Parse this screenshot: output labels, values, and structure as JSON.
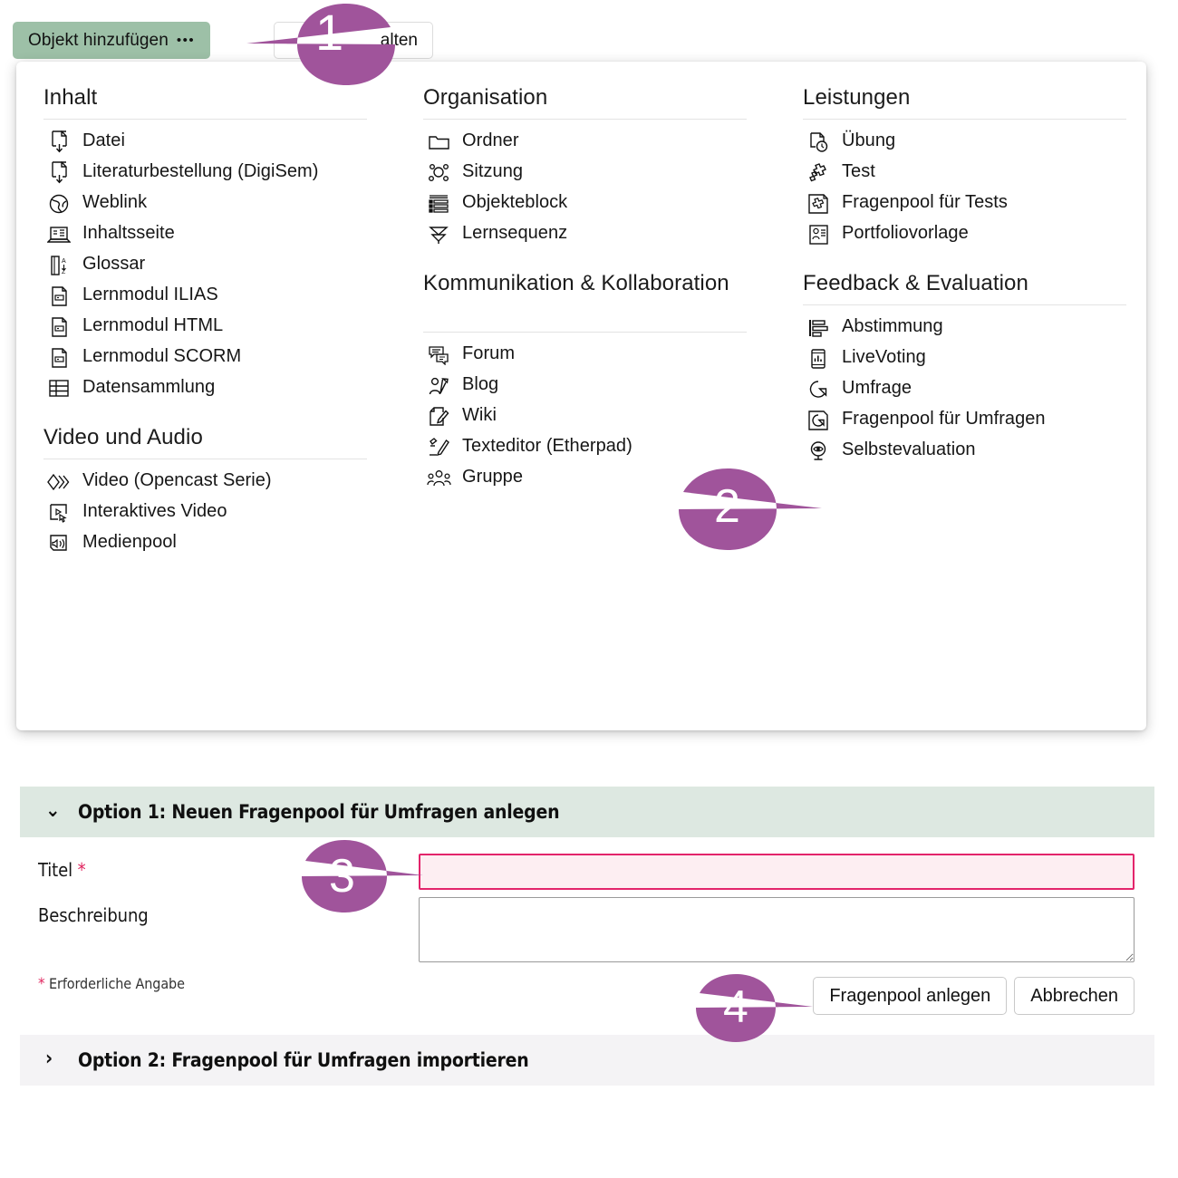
{
  "toolbar": {
    "add_object_button": "Objekt hinzufügen",
    "add_object_dots": "•••",
    "secondary_button": "alten"
  },
  "colors": {
    "accent_green": "#9dc0a7",
    "marker_purple": "#a0549b",
    "required_pink": "#e3246b",
    "required_field_bg": "#fdeef2",
    "option1_header_bg": "#dde8e1",
    "option2_header_bg": "#f4f3f5"
  },
  "panel": {
    "columns": [
      {
        "groups": [
          {
            "title": "Inhalt",
            "items": [
              {
                "label": "Datei",
                "icon": "file-download-icon"
              },
              {
                "label": "Literaturbestellung (DigiSem)",
                "icon": "file-download-icon",
                "wrap": true
              },
              {
                "label": "Weblink",
                "icon": "globe-link-icon"
              },
              {
                "label": "Inhaltsseite",
                "icon": "content-page-icon"
              },
              {
                "label": "Glossar",
                "icon": "glossary-az-icon"
              },
              {
                "label": "Lernmodul ILIAS",
                "icon": "learning-module-icon"
              },
              {
                "label": "Lernmodul HTML",
                "icon": "learning-module-icon"
              },
              {
                "label": "Lernmodul SCORM",
                "icon": "learning-module-icon"
              },
              {
                "label": "Datensammlung",
                "icon": "table-grid-icon"
              }
            ]
          },
          {
            "title": "Video und Audio",
            "items": [
              {
                "label": "Video (Opencast Serie)",
                "icon": "video-series-icon"
              },
              {
                "label": "Interaktives Video",
                "icon": "interactive-video-icon"
              },
              {
                "label": "Medienpool",
                "icon": "media-speaker-icon"
              }
            ]
          }
        ]
      },
      {
        "groups": [
          {
            "title": "Organisation",
            "items": [
              {
                "label": "Ordner",
                "icon": "folder-icon"
              },
              {
                "label": "Sitzung",
                "icon": "session-nodes-icon"
              },
              {
                "label": "Objekteblock",
                "icon": "object-block-icon"
              },
              {
                "label": "Lernsequenz",
                "icon": "learning-sequence-icon"
              }
            ]
          },
          {
            "title": "Kommunikation & Kollaboration",
            "two_line": true,
            "items": [
              {
                "label": "Forum",
                "icon": "forum-icon"
              },
              {
                "label": "Blog",
                "icon": "blog-icon"
              },
              {
                "label": "Wiki",
                "icon": "wiki-icon"
              },
              {
                "label": "Texteditor (Etherpad)",
                "icon": "etherpad-icon"
              },
              {
                "label": "Gruppe",
                "icon": "group-icon"
              }
            ]
          }
        ]
      },
      {
        "groups": [
          {
            "title": "Leistungen",
            "items": [
              {
                "label": "Übung",
                "icon": "exercise-clock-icon"
              },
              {
                "label": "Test",
                "icon": "puzzle-icon"
              },
              {
                "label": "Fragenpool für Tests",
                "icon": "puzzle-pool-icon"
              },
              {
                "label": "Portfoliovorlage",
                "icon": "portfolio-template-icon"
              }
            ]
          },
          {
            "title": "Feedback & Evaluation",
            "items": [
              {
                "label": "Abstimmung",
                "icon": "poll-bars-icon"
              },
              {
                "label": "LiveVoting",
                "icon": "livevoting-phone-icon"
              },
              {
                "label": "Umfrage",
                "icon": "survey-pie-icon"
              },
              {
                "label": "Fragenpool für Umfragen",
                "icon": "survey-pool-icon"
              },
              {
                "label": "Selbstevaluation",
                "icon": "self-evaluation-eye-icon"
              }
            ]
          }
        ]
      }
    ]
  },
  "form": {
    "option1": {
      "chevron": "⌄",
      "header": "Option 1: Neuen Fragenpool für Umfragen anlegen",
      "title_label": "Titel",
      "title_required_mark": "*",
      "title_value": "",
      "title_placeholder": "",
      "description_label": "Beschreibung",
      "description_value": "",
      "description_placeholder": "",
      "required_note_mark": "*",
      "required_note": "Erforderliche Angabe",
      "submit_button": "Fragenpool anlegen",
      "cancel_button": "Abbrechen"
    },
    "option2": {
      "chevron": "›",
      "header": "Option 2: Fragenpool für Umfragen importieren"
    }
  },
  "markers": [
    {
      "id": "1",
      "label": "1",
      "direction": "left"
    },
    {
      "id": "2",
      "label": "2",
      "direction": "right"
    },
    {
      "id": "3",
      "label": "3",
      "direction": "right"
    },
    {
      "id": "4",
      "label": "4",
      "direction": "right"
    }
  ]
}
